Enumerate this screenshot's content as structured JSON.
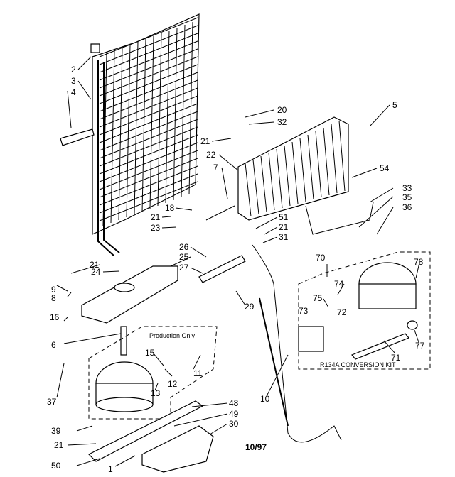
{
  "callouts": [
    "2",
    "3",
    "4",
    "5",
    "20",
    "32",
    "21",
    "22",
    "7",
    "54",
    "18",
    "21",
    "23",
    "51",
    "21",
    "31",
    "33",
    "35",
    "36",
    "26",
    "25",
    "27",
    "21",
    "24",
    "9",
    "8",
    "29",
    "70",
    "78",
    "75",
    "74",
    "73",
    "72",
    "16",
    "6",
    "12",
    "13",
    "15",
    "11",
    "71",
    "77",
    "37",
    "10",
    "48",
    "49",
    "39",
    "30",
    "21",
    "50",
    "1"
  ],
  "production_note": "Production Only",
  "kit_label": "R134A CONVERSION KIT",
  "date_code": "10/97"
}
